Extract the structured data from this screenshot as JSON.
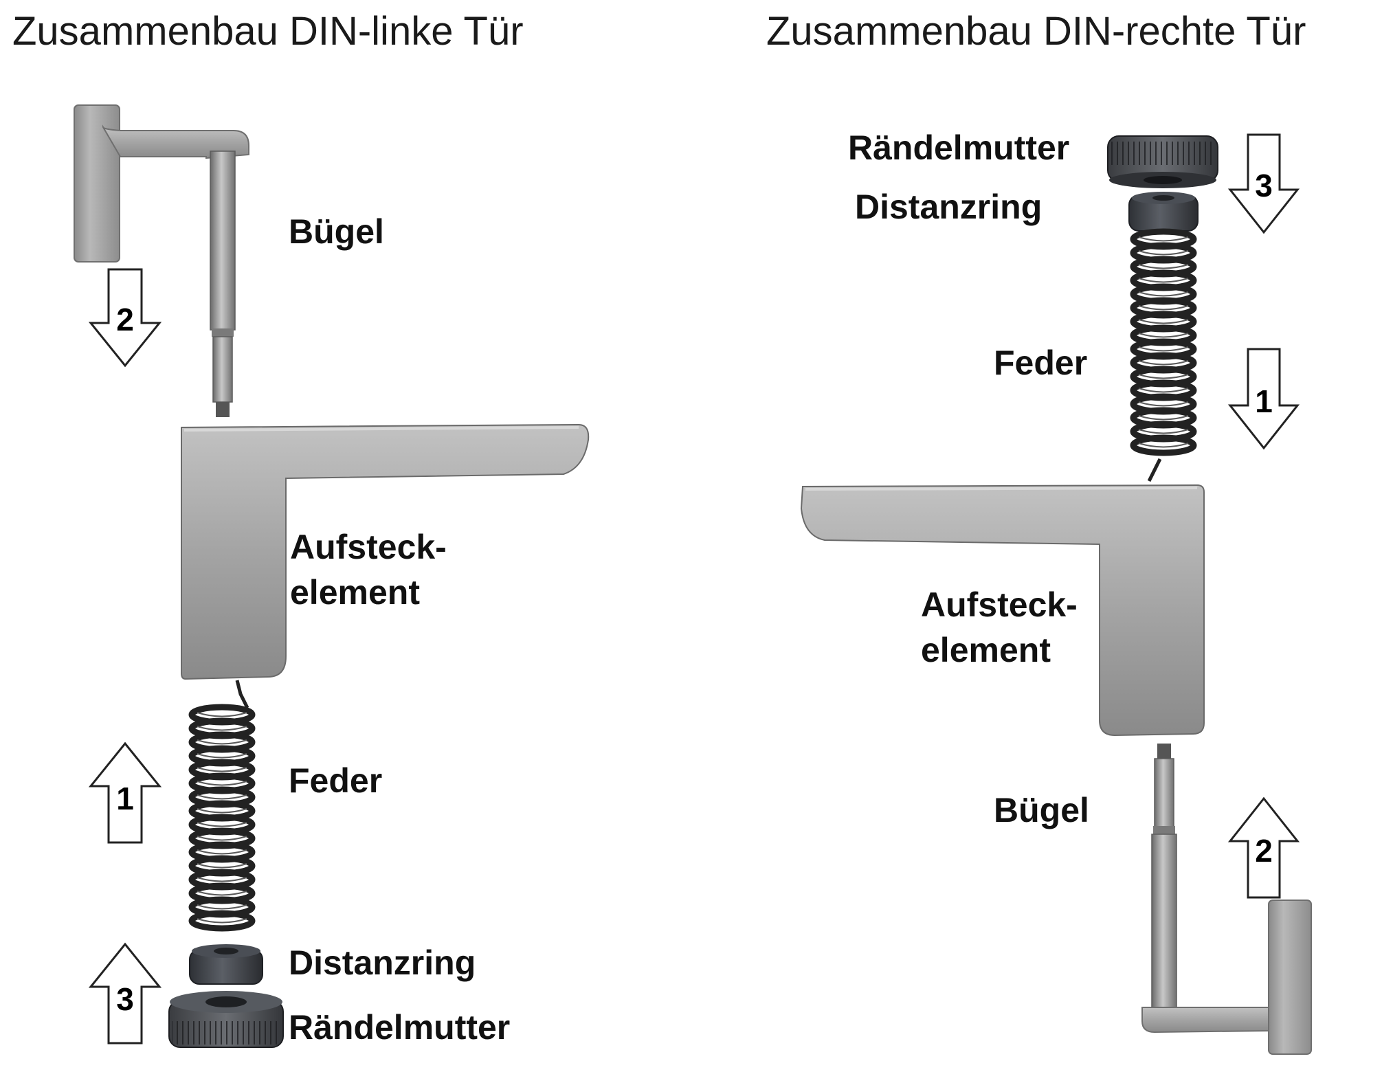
{
  "titles": {
    "left": "Zusammenbau DIN-linke Tür",
    "right": "Zusammenbau DIN-rechte Tür"
  },
  "left": {
    "labels": {
      "buegel": "Bügel",
      "aufsteck_1": "Aufsteck-",
      "aufsteck_2": "element",
      "feder": "Feder",
      "distanzring": "Distanzring",
      "raendelmutter": "Rändelmutter"
    },
    "arrows": [
      "2",
      "1",
      "3"
    ]
  },
  "right": {
    "labels": {
      "raendelmutter": "Rändelmutter",
      "distanzring": "Distanzring",
      "feder": "Feder",
      "aufsteck_1": "Aufsteck-",
      "aufsteck_2": "element",
      "buegel": "Bügel"
    },
    "arrows": [
      "3",
      "1",
      "2"
    ]
  },
  "colors": {
    "metal_light": "#b4b4b4",
    "metal_mid": "#959595",
    "metal_dark": "#6e6e6e",
    "spring": "#222222",
    "ring": "#3a3d42"
  }
}
